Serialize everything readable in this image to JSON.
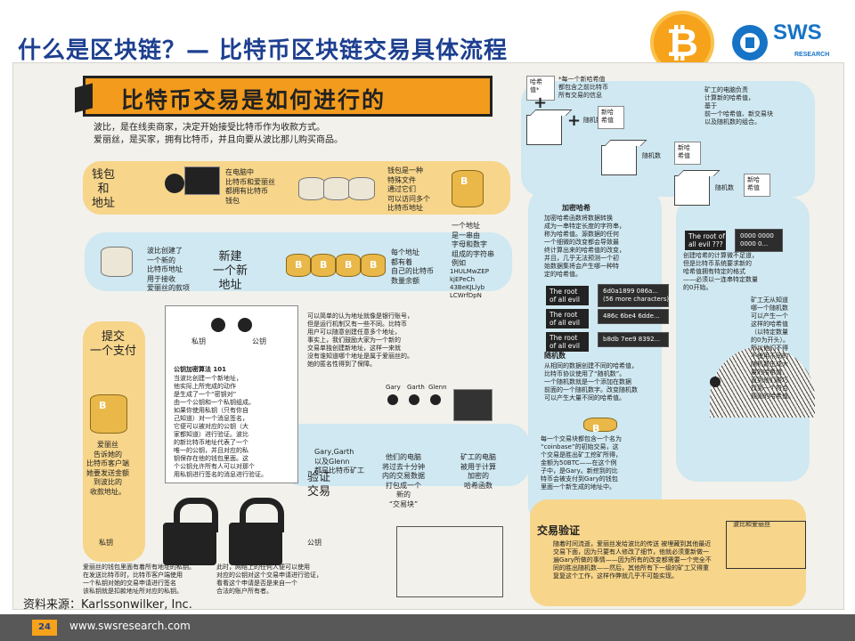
{
  "slide_title": "什么是区块链？— 比特币区块链交易具体流程",
  "brand": {
    "name": "SWS",
    "sub": "RESEARCH",
    "coin_symbol": "₿"
  },
  "colors": {
    "title": "#1d3f8f",
    "orange": "#f39b1c",
    "blue_path": "#cfe8f1",
    "yellow_path": "#f7d58a"
  },
  "poster": {
    "heading": "比特币交易是如何进行的",
    "intro_1": "波比，是在线卖商家，决定开始接受比特币作为收款方式。",
    "intro_2": "爱丽丝，是买家，拥有比特币，并且向要从波比那儿购买商品。",
    "wallet_label": "钱包\n和\n地址",
    "wallet_desc": "在电脑中\n比特币和爱丽丝\n都拥有比特币\n钱包",
    "wallet_file": "钱包是一种\n特殊文件\n通过它们\n可以访问多个\n比特币地址",
    "address_desc": "一个地址\n是一串由\n字母和数字\n组成的字符串\n例如",
    "address_example": "1HULMwZEP\nkjEPeCh\n43BeKJLlyb\nLCWrfDpN",
    "new_address_label": "新建\n一个新\n地址",
    "new_address_desc": "波比创建了\n一个新的\n比特币地址\n用于接收\n爱丽丝的款项",
    "balance_desc": "每个地址\n都有着\n自己的比特币\n数量余额",
    "keys_private": "私钥",
    "keys_public": "公钥",
    "key_algo_title": "公钥加密算法 101",
    "key_algo_text": "当波比创建一个新地址，\n他实际上所完成的动作\n是生成了一个“密钥对”\n由一个公钥和一个私钥组成。\n如果你使用私钥（只有你自\n己知道）对一个消息签名，\n它便可以被对应的公钥（大\n家都知道）进行验证。波比\n的新比特币地址代表了一个\n唯一的公钥，并且对应的私\n钥保存在他的钱包里面。这\n个公钥允许所有人可以对那个\n用私钥进行签名的消息进行验证。",
    "account_analogy": "可以简单的认为地址就像是银行账号，\n但是运行机制又有一些不同。比特币\n用户可以随意创建任意多个地址，\n事实上，我们鼓励大家为一个新的\n交易单独创建新地址，这样一来就\n没有谁知道哪个地址是属于爱丽丝的。\n她的匿名性得到了保障。",
    "pay_label": "提交\n一个支付",
    "pay_desc": "爱丽丝\n告诉她的\n比特币客户端\n她要发送金额\n到波比的\n收款地址。",
    "miners_names": "Gary,Garth\n以及Glenn\n都是比特币矿工",
    "gary": "Gary",
    "garth": "Garth",
    "glenn": "Glenn",
    "verify_label": "验证\n交易",
    "block_desc": "他们的电脑\n将过去十分钟\n内的交易数据\n打包成一个\n新的\n“交易块”",
    "miner_pc_desc": "矿工的电脑\n被用于计算\n加密的\n哈希函数",
    "lock_private": "私钥",
    "lock_public": "公钥",
    "sign_desc": "爱丽丝的钱包里面有着所有地址的私钥。\n在发送比特币时，比特币客户端使用\n一个私钥对她的交易申请进行签名\n该私钥就是扣款地址所对应的私钥。",
    "verify_desc": "此时，网络上的任何人便可以使用\n对应的公钥对这个交易申请进行验证，\n看看这个申请是否是来自一个\n合法的账户所有者。",
    "hash_header_1": "哈希\n值*",
    "hash_note_1": "*每一个新哈希值\n都包含之前比特币\n所有交易的信息",
    "hash_new": "新哈\n希值",
    "random_num": "随机数",
    "miner_calc": "矿工的电脑负责\n计算新的哈希值，\n基于\n前一个哈希值、新交易块\n以及随机数的组合。",
    "crypto_hash_title": "加密哈希",
    "crypto_hash_text": "加密哈希函数将数据转换\n成为一串特定长度的字符串，\n称为哈希值。源数据的任何\n一个细微的改变都会导致最\n终计算出来的哈希值的改变，\n并且，几乎无法预测一个初\n始数据集将会产生哪一种特\n定的哈希值。",
    "root_evil": "The root of all evil",
    "root_evil_2": "The root of all evil",
    "root_evil_3": "The root of all evil",
    "hash_out_1": "6d0a1899 086a...\n(56 more characters)",
    "hash_out_2": "486c 6be4 6dde...",
    "hash_out_3": "b8db 7ee9 8392...",
    "nonce_title": "随机数",
    "nonce_text": "从相同的数据创建不同的哈希值，\n比特币协议使用了“随机数”。\n一个随机数就是一个添加在数据\n前面的一个随机数字。改变随机数\n可以产生大量不同的哈希值。",
    "root_nonce": "The root of\nall evil ???",
    "zeros": "0000 0000\n0000 0...",
    "difficulty": "创建哈希的计算微不足道，\n但是比特币系统要求新的\n哈希值拥有特定的格式\n——必须以一连串特定数量\n的0开始。",
    "miners_no_know": "矿工无从知道\n哪一个随机数\n可以产生一个\n这样的哈希值\n（以特定数量\n的0为开头）。\n所以他们不得\n不使用不同的\n随机数生成大\n量的哈希值，\n直到他们碰巧\n找到一个符合\n规则的哈希值。",
    "coinbase": "每一个交易块都包含一个名为\n“coinbase”的初始交易，这\n个交易是胜出矿工挖矿所得，\n金额为50BTC——在这个例\n子中，是Gary。新挖到的比\n特币会被支付到Gary的钱包\n里面一个新生成的地址中。",
    "tx_verify_title": "交易验证",
    "tx_verify_text": "随着时间流逝，爱丽丝发给波比的传送 被埋藏到其他最近\n交易下面，因为只要有人修改了细节，他就必须重新做一\n遍Gary所做的事情——因为所有的改变都需要一个完全不\n同的胜出随机数——然后，其他所有下一级的矿工又得重\n复复这个工作，这样作弊就几乎不可能实现。",
    "bob_alice": "波比和爱丽丝"
  },
  "source": "资料来源：Karlssonwilker, Inc.",
  "footer": {
    "page": "24",
    "url": "www.swsresearch.com"
  }
}
